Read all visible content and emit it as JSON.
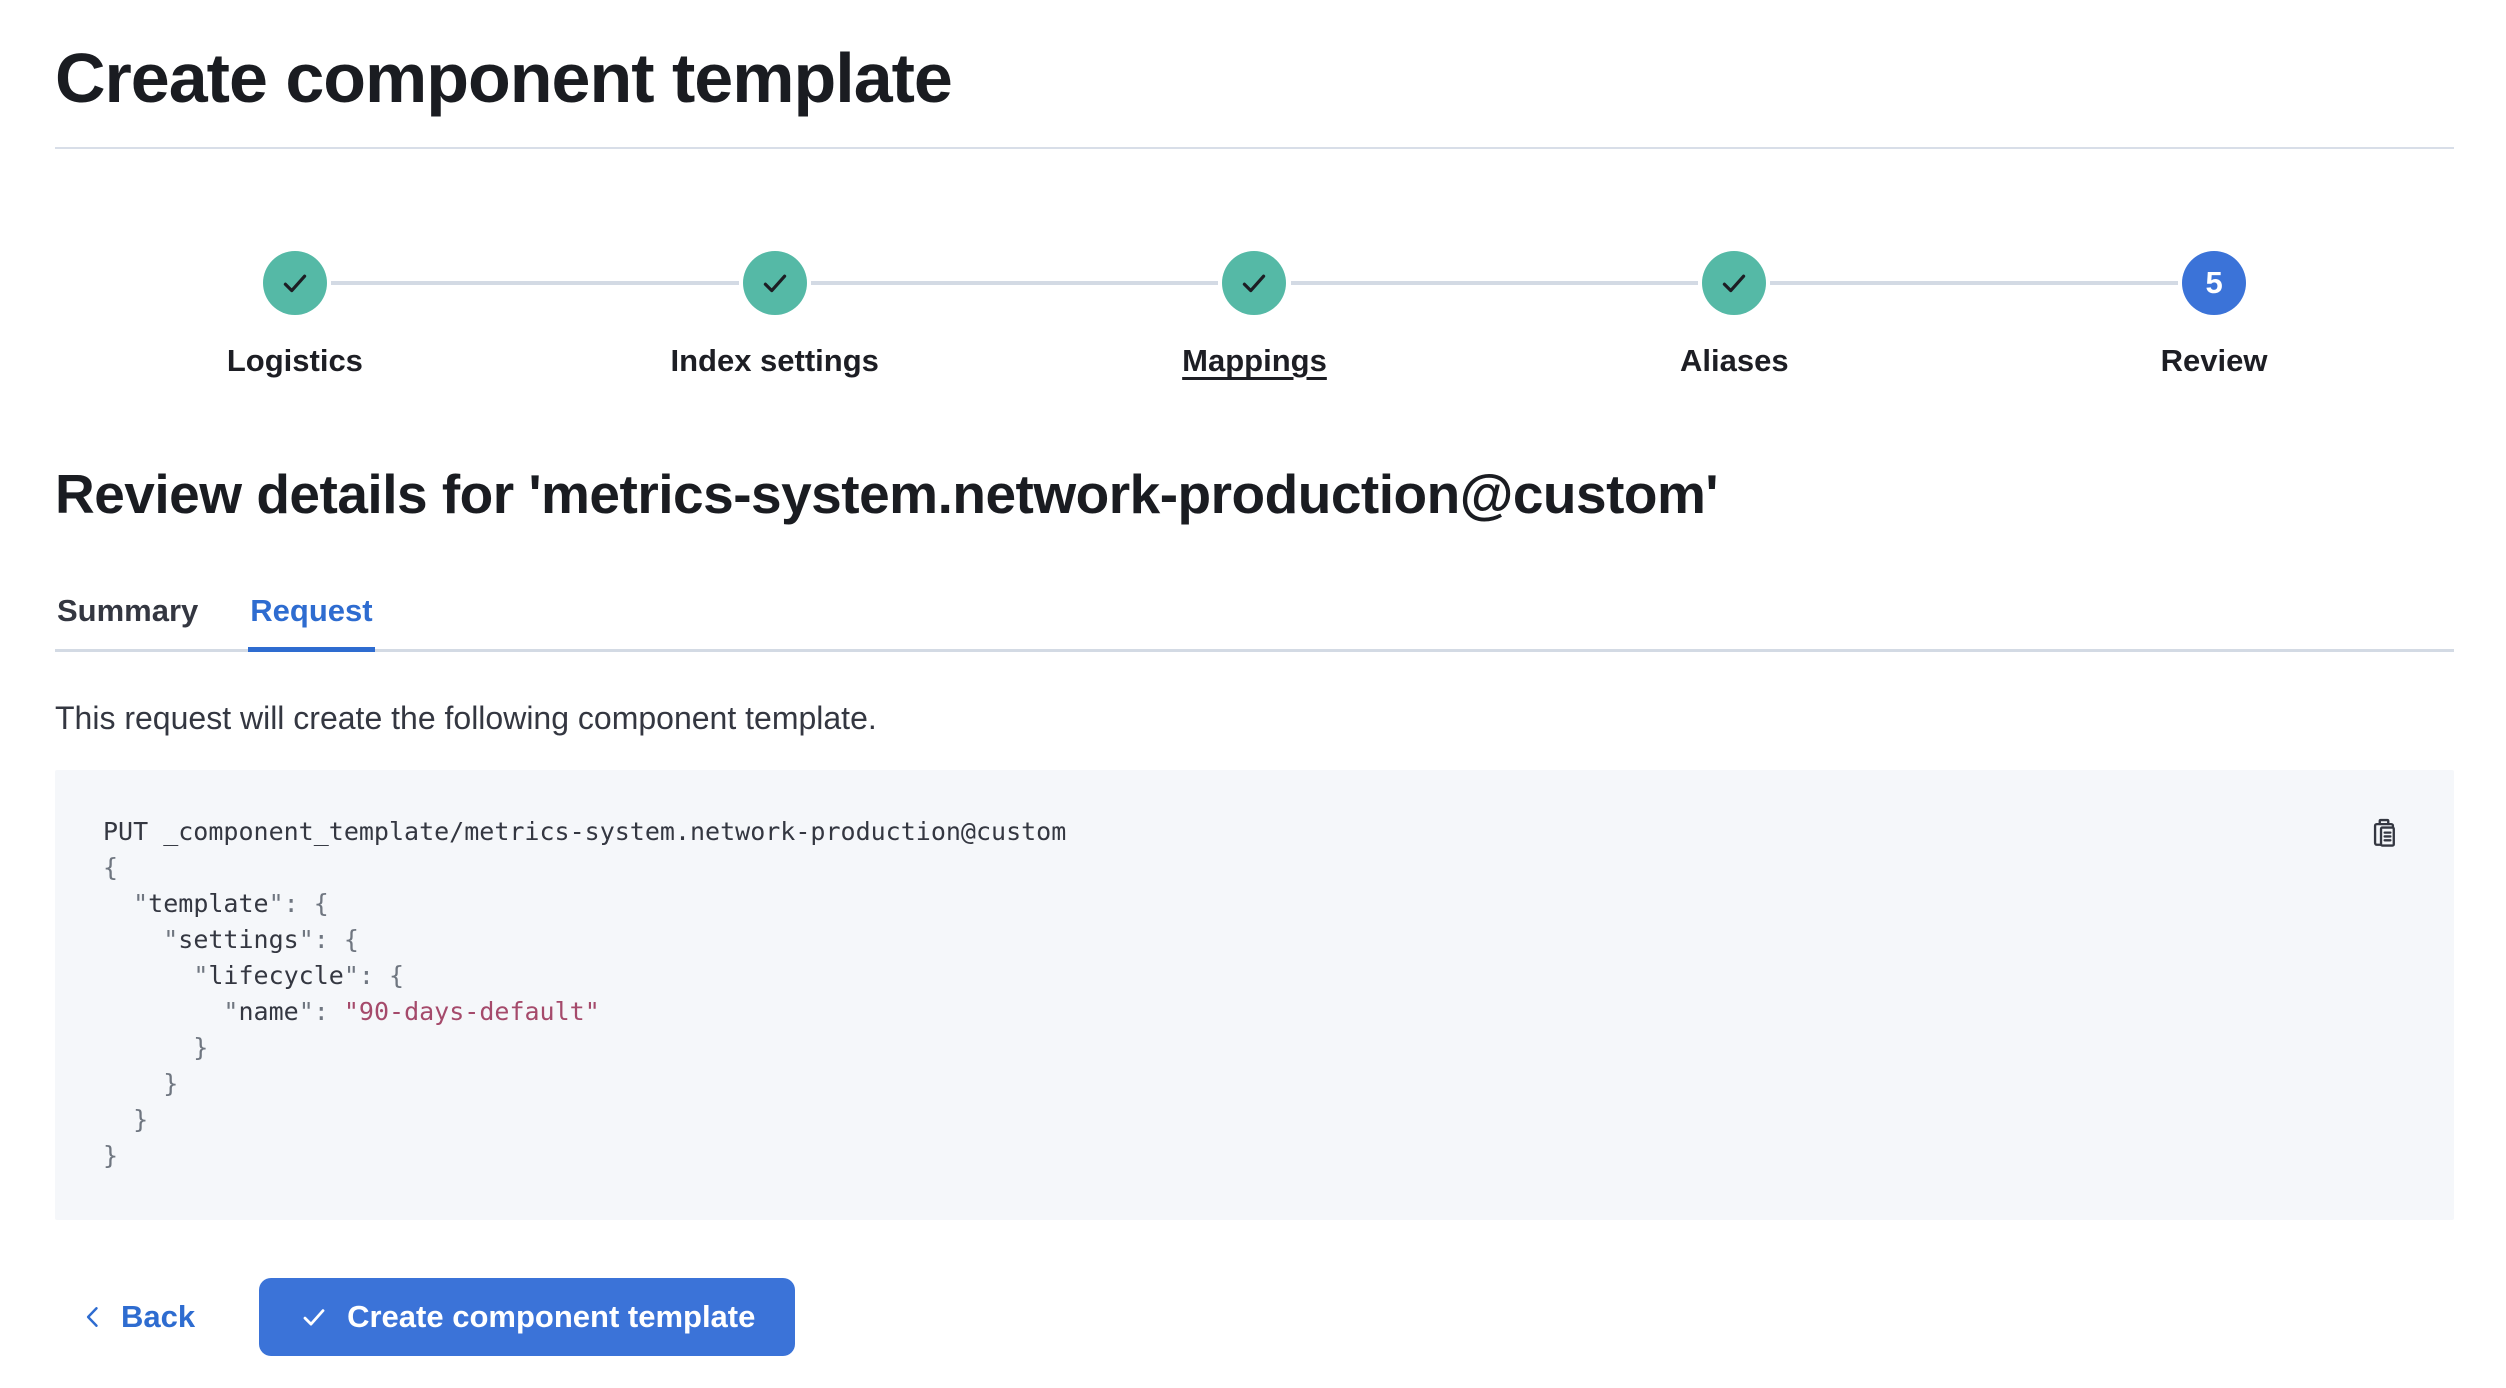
{
  "colors": {
    "primary_fill": "#3b73d8",
    "primary_text": "#2e6cd0",
    "success_fill": "#55b9a6",
    "check_dark": "#1d1e24",
    "connector": "#d3dae4",
    "rule": "#d3dae4",
    "panel_bg": "#f5f7fa",
    "code_default": "#343741",
    "code_punct": "#6f7680",
    "code_string": "#a54a6b"
  },
  "header": {
    "title": "Create component template"
  },
  "stepper": {
    "steps": [
      {
        "label": "Logistics",
        "status": "complete"
      },
      {
        "label": "Index settings",
        "status": "complete"
      },
      {
        "label": "Mappings",
        "status": "complete",
        "underlined": true
      },
      {
        "label": "Aliases",
        "status": "complete"
      },
      {
        "label": "Review",
        "status": "current",
        "number": "5"
      }
    ]
  },
  "review": {
    "heading": "Review details for 'metrics-system.network-production@custom'",
    "tabs": [
      {
        "label": "Summary",
        "selected": false
      },
      {
        "label": "Request",
        "selected": true
      }
    ],
    "description": "This request will create the following component template."
  },
  "code_block": {
    "copy_icon": "copy-clipboard-icon",
    "lines": [
      [
        {
          "t": "PUT _component_template/metrics-system.network-production@custom",
          "c": "def"
        }
      ],
      [
        {
          "t": "{",
          "c": "punct"
        }
      ],
      [
        {
          "t": "  ",
          "c": "def"
        },
        {
          "t": "\"",
          "c": "punct"
        },
        {
          "t": "template",
          "c": "def"
        },
        {
          "t": "\"",
          "c": "punct"
        },
        {
          "t": ": ",
          "c": "punct"
        },
        {
          "t": "{",
          "c": "punct"
        }
      ],
      [
        {
          "t": "    ",
          "c": "def"
        },
        {
          "t": "\"",
          "c": "punct"
        },
        {
          "t": "settings",
          "c": "def"
        },
        {
          "t": "\"",
          "c": "punct"
        },
        {
          "t": ": ",
          "c": "punct"
        },
        {
          "t": "{",
          "c": "punct"
        }
      ],
      [
        {
          "t": "      ",
          "c": "def"
        },
        {
          "t": "\"",
          "c": "punct"
        },
        {
          "t": "lifecycle",
          "c": "def"
        },
        {
          "t": "\"",
          "c": "punct"
        },
        {
          "t": ": ",
          "c": "punct"
        },
        {
          "t": "{",
          "c": "punct"
        }
      ],
      [
        {
          "t": "        ",
          "c": "def"
        },
        {
          "t": "\"",
          "c": "punct"
        },
        {
          "t": "name",
          "c": "def"
        },
        {
          "t": "\"",
          "c": "punct"
        },
        {
          "t": ": ",
          "c": "punct"
        },
        {
          "t": "\"90-days-default\"",
          "c": "str"
        }
      ],
      [
        {
          "t": "      }",
          "c": "punct"
        }
      ],
      [
        {
          "t": "    }",
          "c": "punct"
        }
      ],
      [
        {
          "t": "  }",
          "c": "punct"
        }
      ],
      [
        {
          "t": "}",
          "c": "punct"
        }
      ]
    ]
  },
  "footer": {
    "back_label": "Back",
    "create_label": "Create component template"
  }
}
